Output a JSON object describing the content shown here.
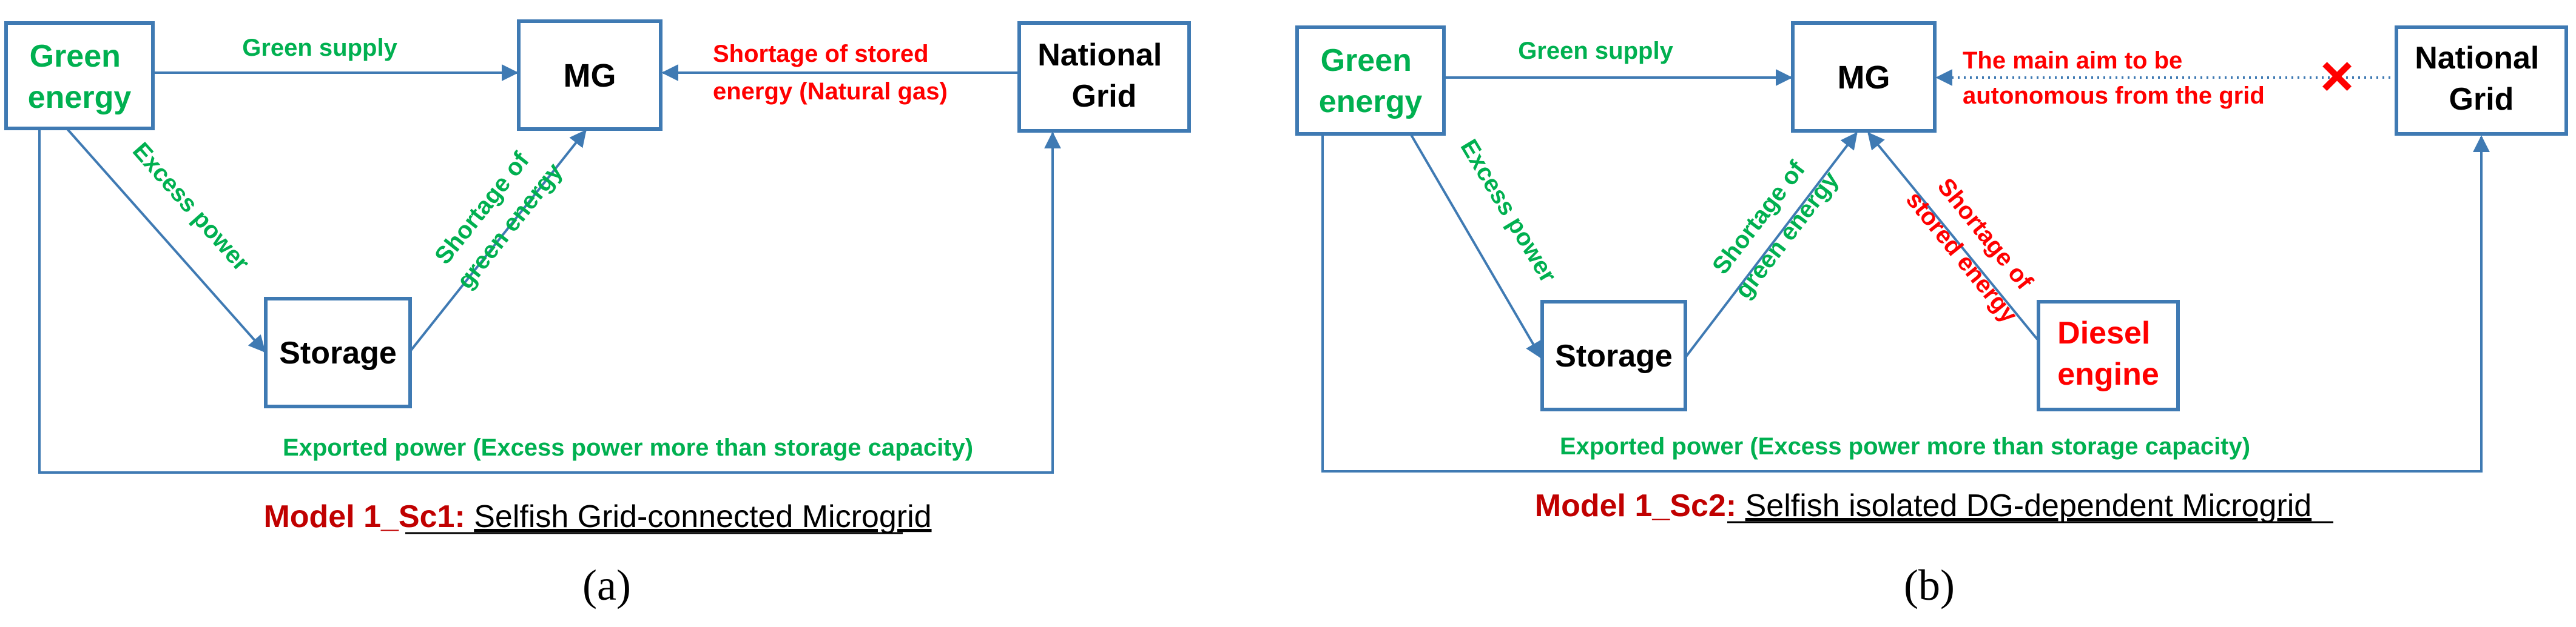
{
  "colors": {
    "stroke": "#3f7ab3",
    "green": "#00b050",
    "red": "#ff0000",
    "caption_red": "#c00000",
    "black": "#000000"
  },
  "panel_a": {
    "nodes": {
      "green_energy": [
        "Green",
        "energy"
      ],
      "mg": "MG",
      "national_grid": [
        "National",
        "Grid"
      ],
      "storage": "Storage"
    },
    "edges": {
      "green_supply": "Green supply",
      "shortage_stored": [
        "Shortage of stored",
        "energy (Natural gas)"
      ],
      "excess_power": "Excess power",
      "shortage_green": [
        "Shortage of",
        "green energy"
      ],
      "exported_power": "Exported power (Excess power more than storage capacity)"
    },
    "caption_prefix": "Model 1_Sc1:",
    "caption_title": "Selfish Grid-connected Microgrid",
    "letter": "(a)"
  },
  "panel_b": {
    "nodes": {
      "green_energy": [
        "Green",
        "energy"
      ],
      "mg": "MG",
      "national_grid": [
        "National",
        "Grid"
      ],
      "storage": "Storage",
      "diesel": [
        "Diesel",
        "engine"
      ]
    },
    "edges": {
      "green_supply": "Green supply",
      "main_aim": [
        "The main aim to be",
        "autonomous from the grid"
      ],
      "excess_power": "Excess power",
      "shortage_green": [
        "Shortage of",
        "green energy"
      ],
      "shortage_stored": [
        "Shortage of",
        "stored energy"
      ],
      "exported_power": "Exported power (Excess power more than storage capacity)"
    },
    "cross_icon": "×",
    "caption_prefix": "Model 1_Sc2:",
    "caption_title": "Selfish isolated DG-dependent Microgrid",
    "letter": "(b)"
  }
}
